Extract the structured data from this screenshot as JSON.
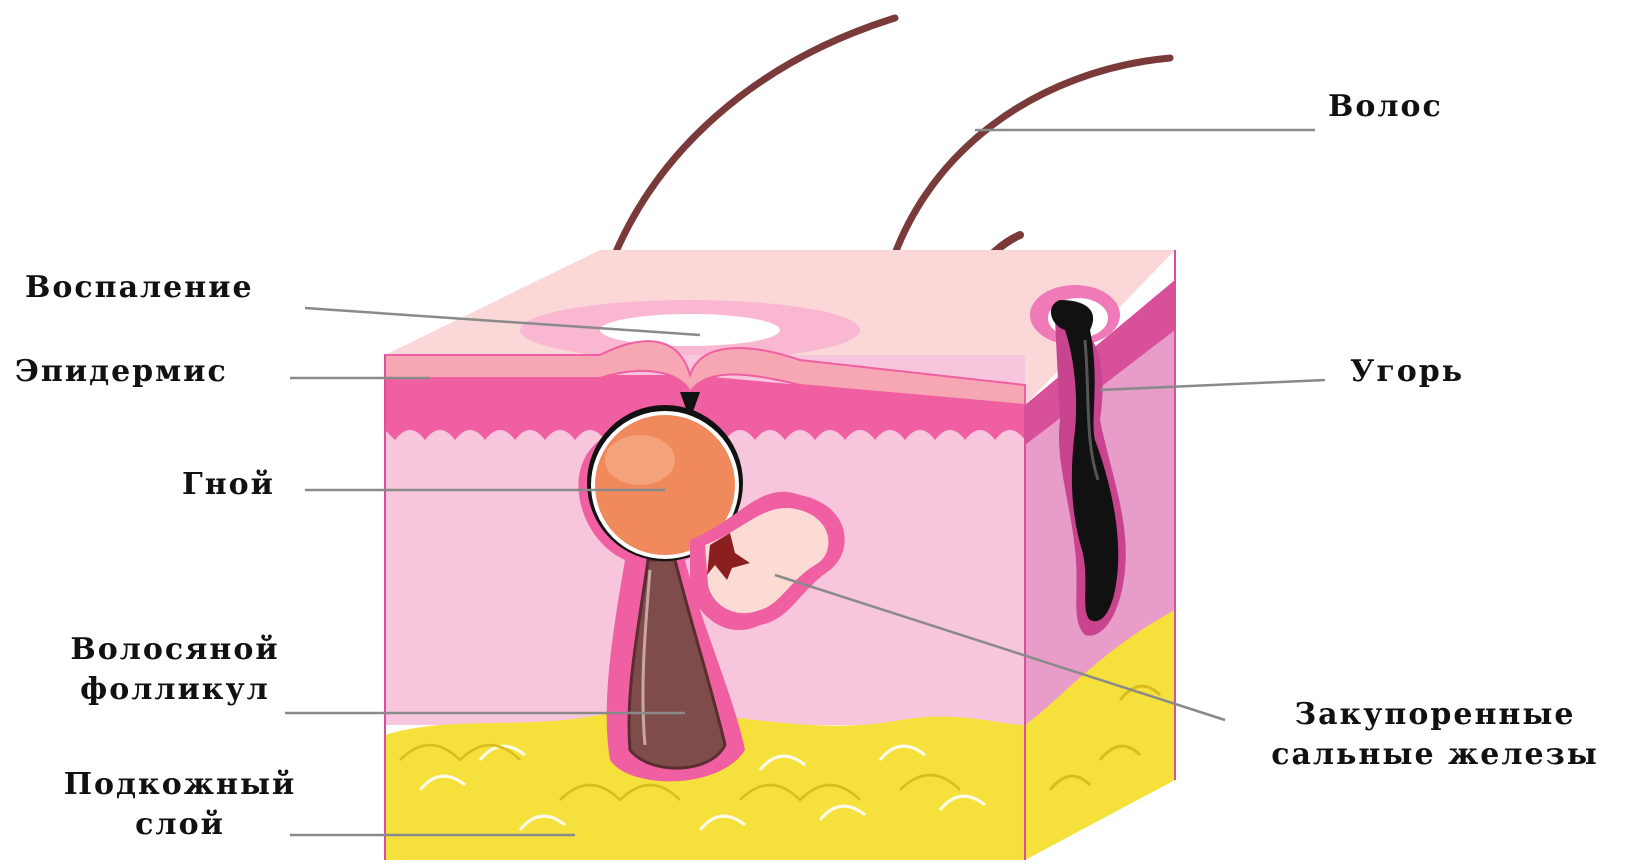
{
  "labels": {
    "hair": "Волос",
    "inflammation": "Воспаление",
    "epidermis": "Эпидермис",
    "blackhead": "Угорь",
    "pus": "Гной",
    "hair_follicle": [
      "Волосяной",
      "фолликул"
    ],
    "clogged_glands": [
      "Закупоренные",
      "сальные железы"
    ],
    "subcutaneous": [
      "Подкожный",
      "слой"
    ]
  },
  "colors": {
    "top_surface": "#fbd7d8",
    "epidermis": "#f7a7b4",
    "dermis_band": "#ef5fa1",
    "dermis": "#f7c6dc",
    "side_face": "#e89cc9",
    "fat": "#f6e03c",
    "fat_shadow": "#d9bd1c",
    "pus": "#f08a5d",
    "follicle": "#7f4c4c",
    "blackhead": "#111111",
    "hair": "#7a3a3a",
    "leader_line": "#8a8a8a"
  }
}
